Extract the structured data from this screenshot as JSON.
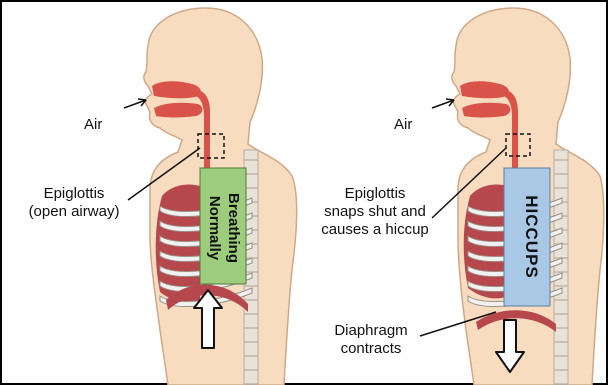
{
  "left_panel": {
    "air_label": "Air",
    "epiglottis_label": [
      "Epiglottis",
      "(open airway)"
    ],
    "box_label": [
      "Breathing",
      "Normally"
    ],
    "box_color": "#9ccc7c",
    "arrow_direction": "up"
  },
  "right_panel": {
    "air_label": "Air",
    "epiglottis_label": [
      "Epiglottis",
      "snaps shut and",
      "causes a hiccup"
    ],
    "box_label": "HICCUPS",
    "box_color": "#a9c8e6",
    "diaphragm_label": [
      "Diaphragm",
      "contracts"
    ],
    "arrow_direction": "down"
  },
  "colors": {
    "skin": "#f7dcc0",
    "skin_outline": "#cfa987",
    "airway": "#d9534a",
    "lung": "#b5474d",
    "rib": "#f1f1f1",
    "spine": "#e9e2d8"
  }
}
